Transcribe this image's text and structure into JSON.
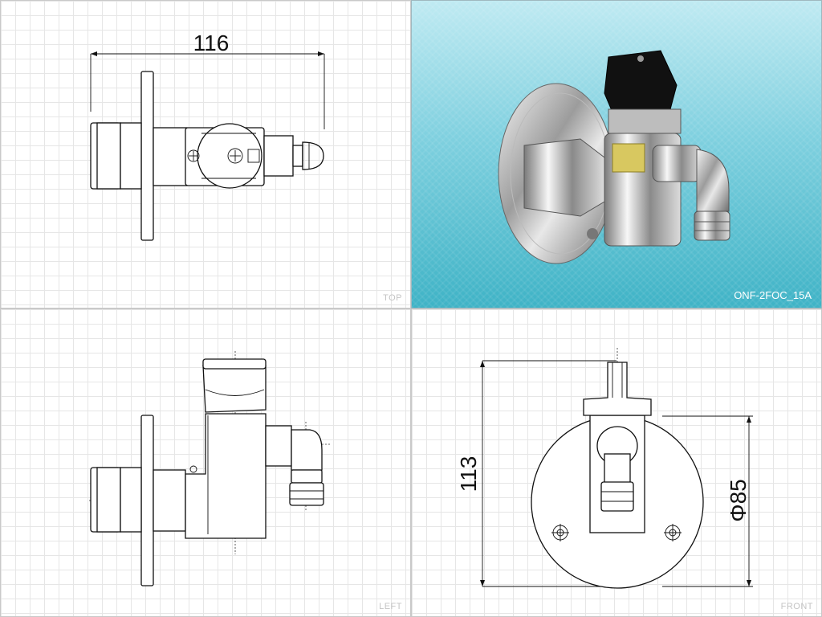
{
  "views": {
    "top": {
      "label": "TOP",
      "dimension": "116"
    },
    "photo": {
      "label": "ONF-2FOC_15A"
    },
    "left": {
      "label": "LEFT"
    },
    "front": {
      "label": "FRONT",
      "height_dimension": "113",
      "diameter_dimension": "Φ85"
    }
  },
  "colors": {
    "grid": "#e6e6e6",
    "line": "#111111",
    "photo_bg_top": "#bfeaf2",
    "photo_bg_bottom": "#3fb3c6"
  }
}
